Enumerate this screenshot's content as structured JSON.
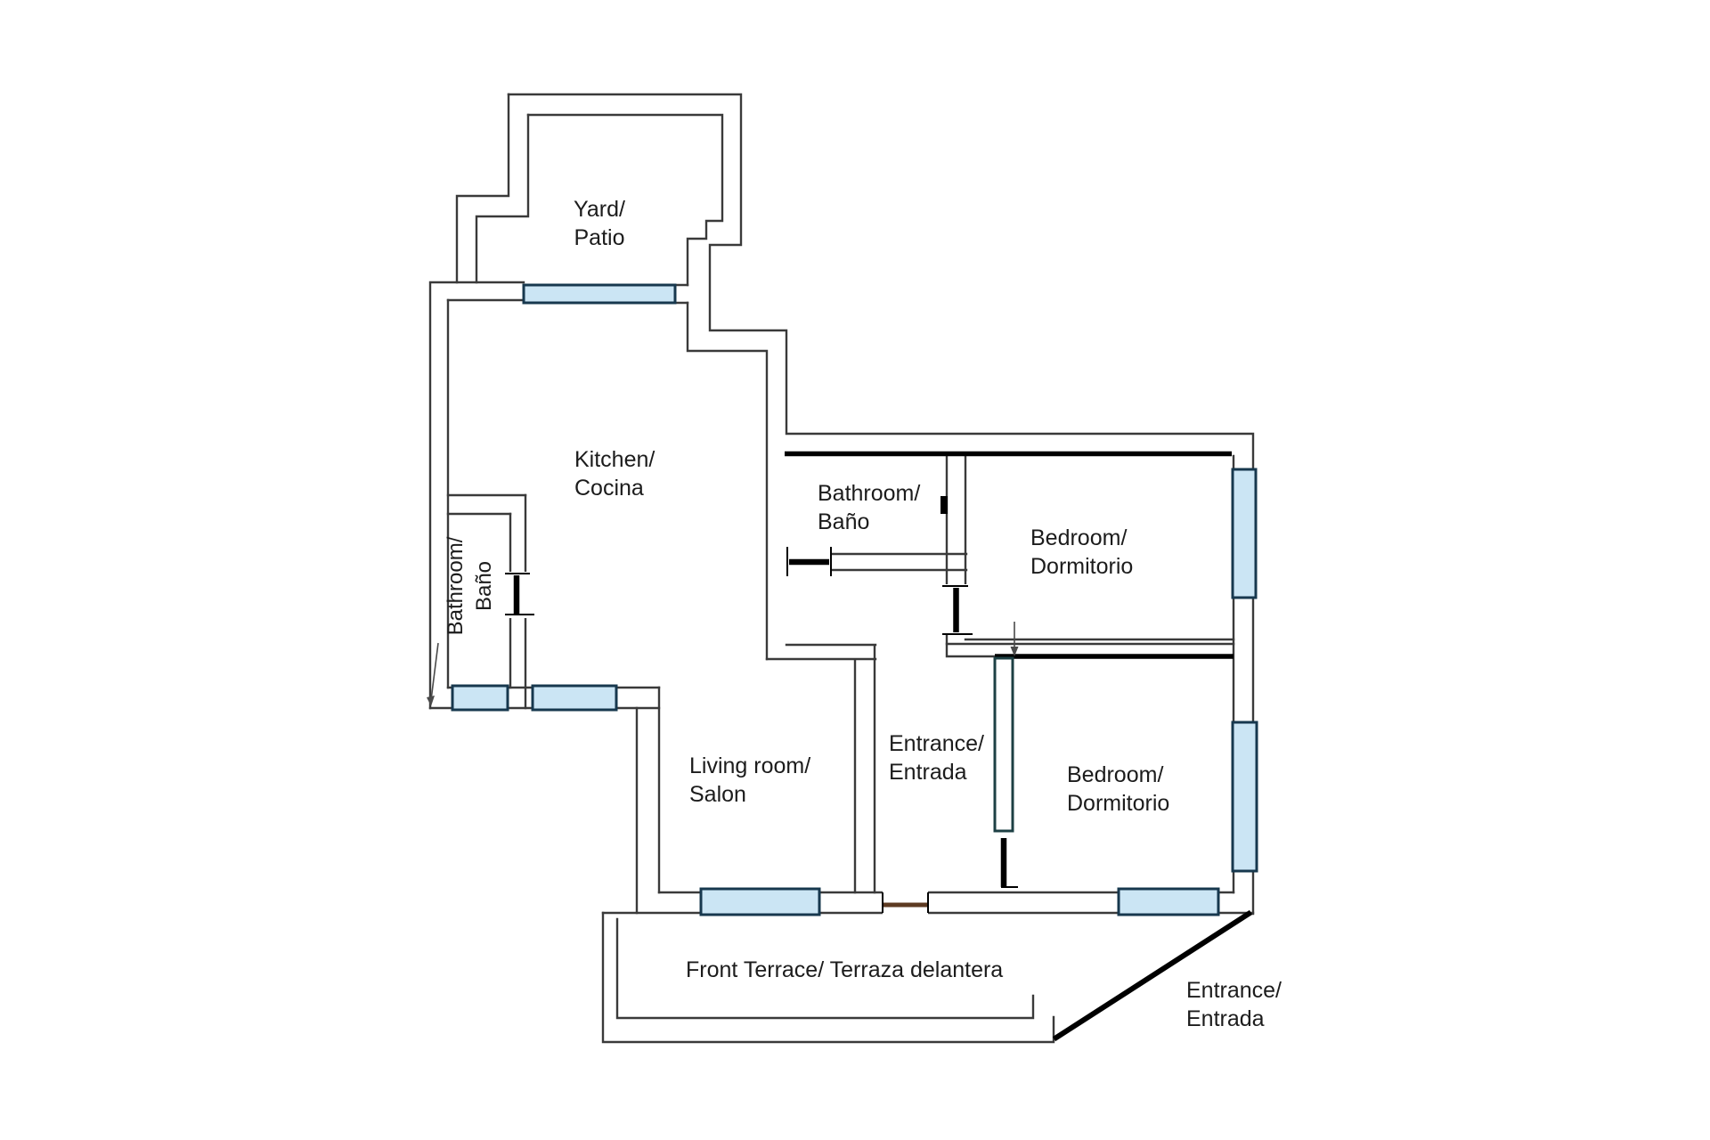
{
  "plan": {
    "rooms": {
      "yard": {
        "line1": "Yard/",
        "line2": "Patio"
      },
      "kitchen": {
        "line1": "Kitchen/",
        "line2": "Cocina"
      },
      "bathroom_left": {
        "line1": "Bathroom/",
        "line2": "Baño"
      },
      "bathroom_middle": {
        "line1": "Bathroom/",
        "line2": "Baño"
      },
      "bedroom_top": {
        "line1": "Bedroom/",
        "line2": "Dormitorio"
      },
      "bedroom_bottom": {
        "line1": "Bedroom/",
        "line2": "Dormitorio"
      },
      "entrance_hall": {
        "line1": "Entrance/",
        "line2": "Entrada"
      },
      "living_room": {
        "line1": "Living room/",
        "line2": "Salon"
      },
      "front_terrace": {
        "line1": "Front Terrace/ Terraza delantera"
      },
      "front_entrance": {
        "line1": "Entrance/",
        "line2": "Entrada"
      }
    },
    "colors": {
      "wall": "#3a3a3a",
      "thick": "#000000",
      "window_fill": "#cbe5f4",
      "window_border": "#17384e",
      "leaf": "#000000",
      "front_door": "#5d3a22",
      "slide": "#1d4044",
      "arrow": "#4a4a4a",
      "text": "#1c1c1c",
      "bg": "#ffffff"
    }
  }
}
